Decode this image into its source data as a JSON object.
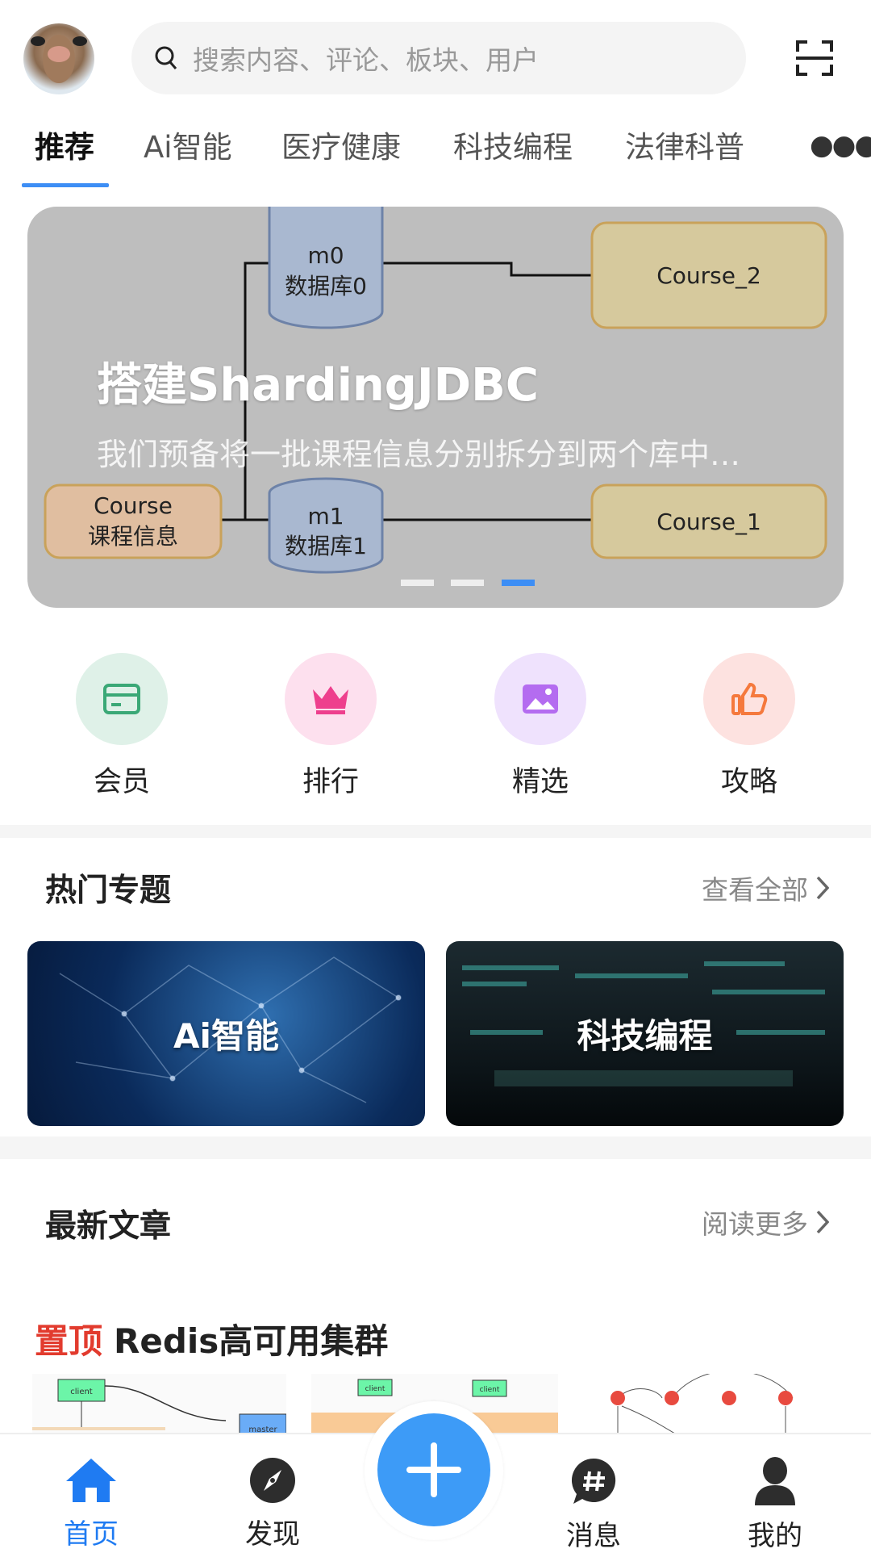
{
  "header": {
    "search_placeholder": "搜索内容、评论、板块、用户"
  },
  "tabs": [
    {
      "label": "推荐",
      "active": true
    },
    {
      "label": "Ai智能"
    },
    {
      "label": "医疗健康"
    },
    {
      "label": "科技编程"
    },
    {
      "label": "法律科普"
    }
  ],
  "banner": {
    "title": "搭建ShardingJDBC",
    "subtitle": "我们预备将一批课程信息分别拆分到两个库中，每个库中的表再拆分",
    "diagram": {
      "db0": "m0",
      "db0_name": "数据库0",
      "db1": "m1",
      "db1_name": "数据库1",
      "course": "Course",
      "course_name": "课程信息",
      "t2": "Course_2",
      "t1": "Course_1"
    },
    "slides": 3,
    "active_slide": 3
  },
  "quick": [
    {
      "label": "会员",
      "icon": "card-icon",
      "bg": "#dff1e8",
      "color": "#3aa876"
    },
    {
      "label": "排行",
      "icon": "crown-icon",
      "bg": "#fde0ee",
      "color": "#ee3f8d"
    },
    {
      "label": "精选",
      "icon": "image-icon",
      "bg": "#efe2fd",
      "color": "#b46cf0"
    },
    {
      "label": "攻略",
      "icon": "thumbs-up-icon",
      "bg": "#fde2e0",
      "color": "#f5793d"
    }
  ],
  "topics": {
    "title": "热门专题",
    "more": "查看全部",
    "items": [
      {
        "label": "Ai智能"
      },
      {
        "label": "科技编程"
      }
    ]
  },
  "articles": {
    "title": "最新文章",
    "more": "阅读更多",
    "pinned": {
      "tag": "置顶",
      "title": "Redis高可用集群",
      "thumb_labels": [
        "client",
        "master",
        "client",
        "client"
      ]
    }
  },
  "nav": [
    {
      "label": "首页",
      "icon": "home-icon",
      "active": true
    },
    {
      "label": "发现",
      "icon": "compass-icon"
    },
    {
      "label": "消息",
      "icon": "message-hash-icon"
    },
    {
      "label": "我的",
      "icon": "user-icon"
    }
  ],
  "colors": {
    "accent": "#3d8ef5",
    "fab": "#3d9bf7",
    "pin": "#e23b2e"
  }
}
